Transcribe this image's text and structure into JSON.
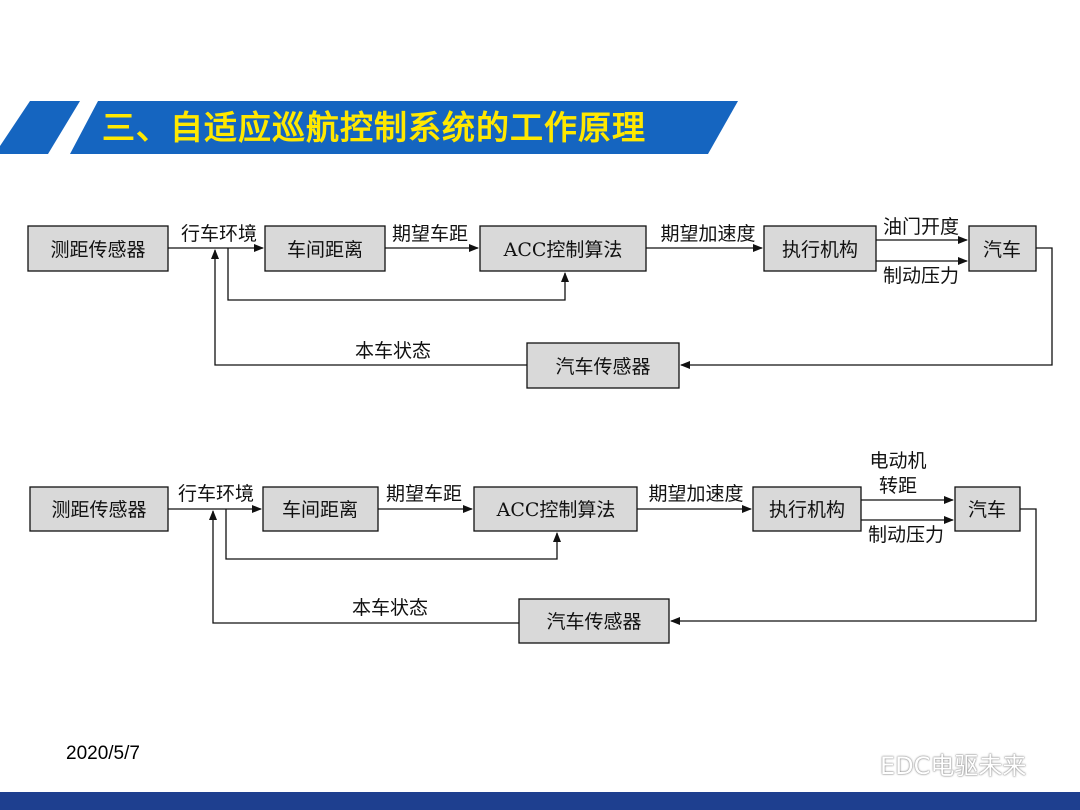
{
  "title": "三、自适应巡航控制系统的工作原理",
  "date": "2020/5/7",
  "watermark": "EDC电驱未来",
  "colors": {
    "banner_blue": "#1565c0",
    "banner_text": "#ffe800",
    "block_fill": "#d9d9d9",
    "footer": "#1e3f8f"
  },
  "diagram1": {
    "blocks": {
      "ranging_sensor": "测距传感器",
      "distance": "车间距离",
      "acc": "ACC控制算法",
      "actuator": "执行机构",
      "vehicle": "汽车",
      "vehicle_sensor": "汽车传感器"
    },
    "signals": {
      "environment": "行车环境",
      "desired_distance": "期望车距",
      "desired_accel": "期望加速度",
      "throttle": "油门开度",
      "brake": "制动压力",
      "state": "本车状态"
    }
  },
  "diagram2": {
    "blocks": {
      "ranging_sensor": "测距传感器",
      "distance": "车间距离",
      "acc": "ACC控制算法",
      "actuator": "执行机构",
      "vehicle": "汽车",
      "vehicle_sensor": "汽车传感器"
    },
    "signals": {
      "environment": "行车环境",
      "desired_distance": "期望车距",
      "desired_accel": "期望加速度",
      "motor_line1": "电动机",
      "motor_line2": "转距",
      "brake": "制动压力",
      "state": "本车状态"
    }
  }
}
